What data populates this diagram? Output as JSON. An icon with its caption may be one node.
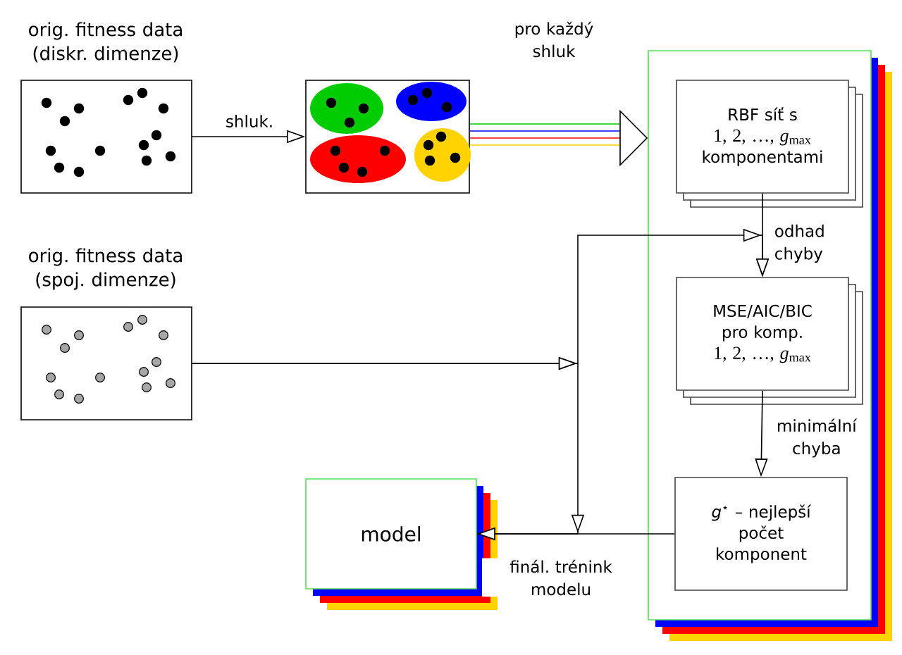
{
  "diagram": {
    "nodes": [
      {
        "text": [
          "orig. fitness data (diskr. dimenze)"
        ]
      },
      {
        "text": [],
        "shape": "picture"
      },
      {
        "text": [],
        "shape": "box"
      },
      {
        "text": [
          "RBF síť s",
          "1, 2, …, *g*$_{max}$",
          "komponentami"
        ],
        "in": 2
      },
      {
        "text": [
          "MSE/AIC/BIC pro komp.",
          "1, 2, …, *g*$_{max}$"
        ],
        "in": 2
      },
      {
        "text": [
          "*g*$^{⋆}$ – nejlepší počet komponent"
        ],
        "in": 2
      },
      {
        "text": [
          "orig. fitness data (spoj. dimenze)"
        ]
      },
      {
        "text": [
          "model"
        ]
      }
    ],
    "edges": [
      {
        "from": 0,
        "to": 1,
        "arrow": "to",
        "label": "shluk."
      },
      {
        "from": 1,
        "to": 2,
        "arrow": "to",
        "label": "pro každý shluk",
        "color": "#ff0000"
      },
      {
        "from": 3,
        "to": 4,
        "arrow": "to",
        "label": "odhad chyby"
      },
      {
        "from": 4,
        "to": 5,
        "arrow": "to",
        "label": "minimální chyba"
      },
      {
        "from": 6,
        "to": 4,
        "arrow": "to"
      },
      {
        "from": 6,
        "to": 7,
        "arrow": "to"
      },
      {
        "from": 5,
        "to": 7,
        "arrow": "to",
        "label": "finál. trénink modelu"
      }
    ]
  }
}
